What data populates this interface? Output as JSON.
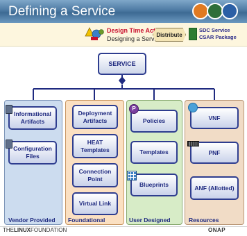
{
  "slide": {
    "title": "Defining a Service",
    "activities_label": "Design Time Activities:",
    "activities_value": "Designing a Service",
    "distribute_label": "Distribute",
    "package_label": "SDC Service CSAR Package"
  },
  "diagram": {
    "root": "SERVICE",
    "columns": [
      {
        "label": "Vendor Provided",
        "items": [
          "Informational Artifacts",
          "Configuration Files"
        ]
      },
      {
        "label": "Foundational",
        "items": [
          "Deployment Artifacts",
          "HEAT Templates",
          "Connection Point",
          "Virtual Link"
        ]
      },
      {
        "label": "User Designed",
        "items": [
          "Policies",
          "Templates",
          "Blueprints"
        ]
      },
      {
        "label": "Resources",
        "items": [
          "VNF",
          "PNF",
          "ANF (Allotted)"
        ]
      }
    ]
  },
  "footer": {
    "left_prefix": "THE",
    "left_bold": "LINUX",
    "left_suffix": "FOUNDATION",
    "right": "ONAP"
  },
  "colors": {
    "header": "#4d7aa3",
    "box_border": "#2e3d8f",
    "box_text": "#1f2a80",
    "accent_red": "#c8102e"
  },
  "icons": [
    "people-group-icon",
    "activities-icon",
    "document-icon",
    "policy-icon",
    "blueprint-icon",
    "vnf-icon",
    "pnf-icon"
  ]
}
